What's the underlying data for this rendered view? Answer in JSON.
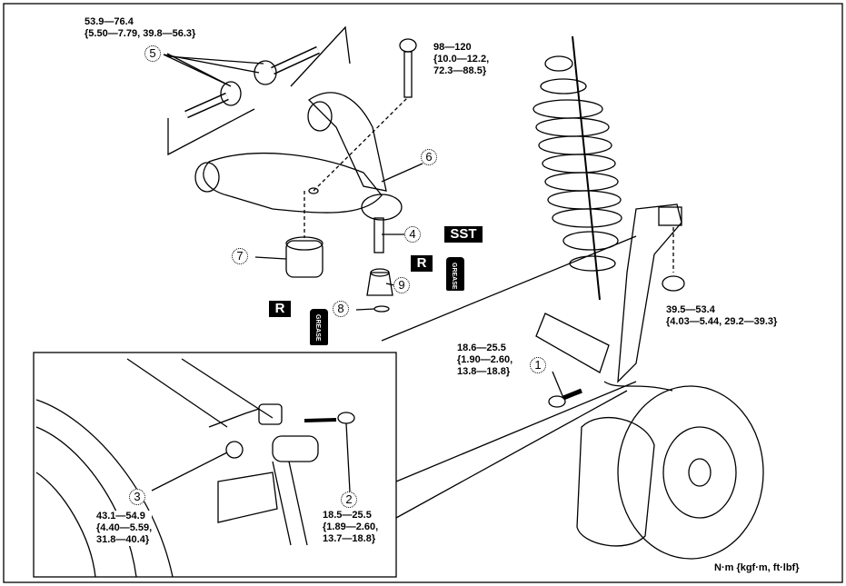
{
  "torques": [
    {
      "id": "5",
      "lines": [
        "53.9—76.4",
        "{5.50—7.79, 39.8—56.3}"
      ]
    },
    {
      "id": "bolt-top",
      "lines": [
        "98—120",
        "{10.0—12.2,",
        "72.3—88.5}"
      ]
    },
    {
      "id": "nut",
      "lines": [
        "39.5—53.4",
        "{4.03—5.44, 29.2—39.3}"
      ]
    },
    {
      "id": "1",
      "lines": [
        "18.6—25.5",
        "{1.90—2.60,",
        "13.8—18.8}"
      ]
    },
    {
      "id": "3",
      "lines": [
        "43.1—54.9",
        "{4.40—5.59,",
        "31.8—40.4}"
      ]
    },
    {
      "id": "2",
      "lines": [
        "18.5—25.5",
        "{1.89—2.60,",
        "13.7—18.8}"
      ]
    }
  ],
  "callouts": [
    "1",
    "2",
    "3",
    "4",
    "5",
    "6",
    "7",
    "8",
    "9"
  ],
  "tags": {
    "sst": "SST",
    "r": "R",
    "grease": "GREASE"
  },
  "units": "N·m {kgf·m, ft·lbf}"
}
